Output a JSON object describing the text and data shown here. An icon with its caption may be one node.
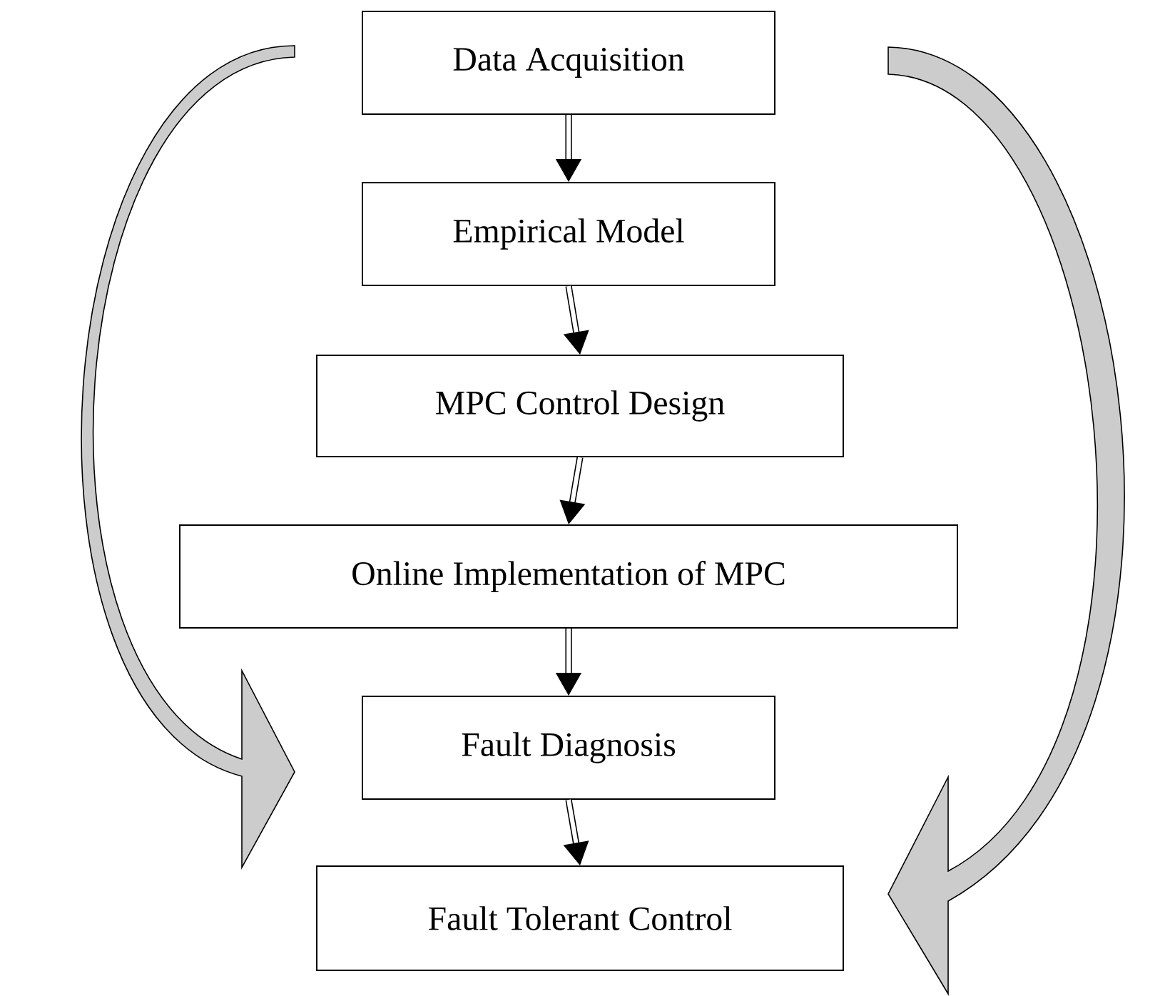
{
  "diagram": {
    "nodes": [
      {
        "text": [
          "Data Acquisition"
        ]
      },
      {
        "text": [
          "Empirical Model"
        ]
      },
      {
        "text": [
          "MPC Control Design"
        ]
      },
      {
        "text": [
          "Online Implementation of MPC"
        ]
      },
      {
        "text": [
          "Fault Diagnosis"
        ]
      },
      {
        "text": [
          "Fault Tolerant Control"
        ]
      }
    ],
    "edges": [
      {
        "from": 0,
        "to": 1,
        "arrow": "to"
      },
      {
        "from": 1,
        "to": 2,
        "arrow": "to"
      },
      {
        "from": 2,
        "to": 3,
        "arrow": "to"
      },
      {
        "from": 3,
        "to": 4,
        "arrow": "to"
      },
      {
        "from": 4,
        "to": 5,
        "arrow": "to"
      },
      {
        "from": 0,
        "to": 4,
        "arrow": "to"
      },
      {
        "from": 0,
        "to": 5,
        "arrow": "to"
      }
    ]
  }
}
